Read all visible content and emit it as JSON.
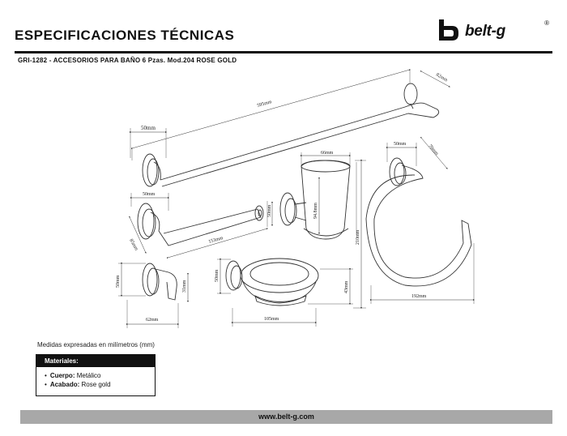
{
  "header": {
    "title": "ESPECIFICACIONES TÉCNICAS",
    "brand": "belt-g",
    "registered": "®"
  },
  "subtitle": "GRI-1282 - ACCESORIOS PARA BAÑO 6 Pzas. Mod.204 ROSE GOLD",
  "dimensions": {
    "towel_bar_length": "595mm",
    "towel_bar_depth": "82mm",
    "towel_bar_base": "50mm",
    "paper_holder_base": "50mm",
    "paper_holder_length": "153mm",
    "paper_holder_depth": "85mm",
    "hook_height": "50mm",
    "hook_depth": "62mm",
    "hook_arm": "31mm",
    "tumbler_width": "66mm",
    "tumbler_cup": "94.8mm",
    "tumbler_base": "50mm",
    "tumbler_height": "210mm",
    "soap_base": "50mm",
    "soap_height": "43mm",
    "soap_width": "105mm",
    "ring_base": "50mm",
    "ring_depth": "70mm",
    "ring_width": "192mm"
  },
  "note": "Medidas expresadas en milímetros (mm)",
  "materials": {
    "heading": "Materiales:",
    "body_label": "Cuerpo:",
    "body_value": "Metálico",
    "finish_label": "Acabado:",
    "finish_value": "Rose gold"
  },
  "footer": {
    "website": "www.belt-g.com"
  }
}
